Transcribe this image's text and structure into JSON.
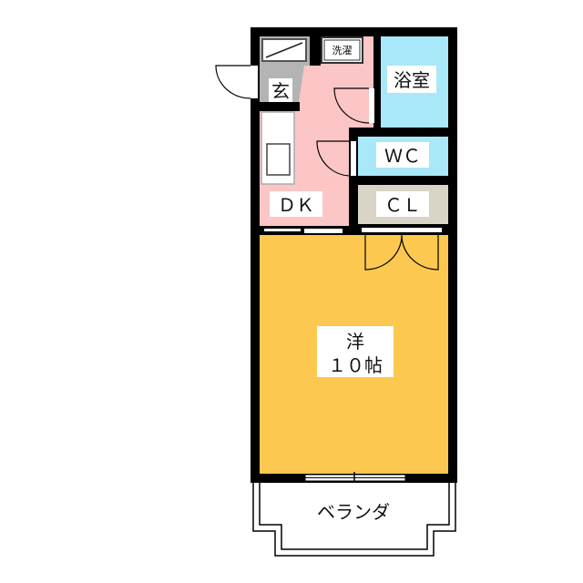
{
  "rooms": {
    "entrance": "玄",
    "laundry": "洗濯",
    "bath": "浴室",
    "wc": "ＷＣ",
    "closet": "ＣＬ",
    "dk": "ＤＫ",
    "western_room": "洋",
    "western_room_size": "１０帖",
    "balcony": "ベランダ"
  },
  "colors": {
    "wall": "#000000",
    "dk": "#fcc6c6",
    "bath": "#a8e8f8",
    "closet": "#d8d4c6",
    "entrance": "#b4b4b4",
    "western_room": "#fcc850"
  }
}
